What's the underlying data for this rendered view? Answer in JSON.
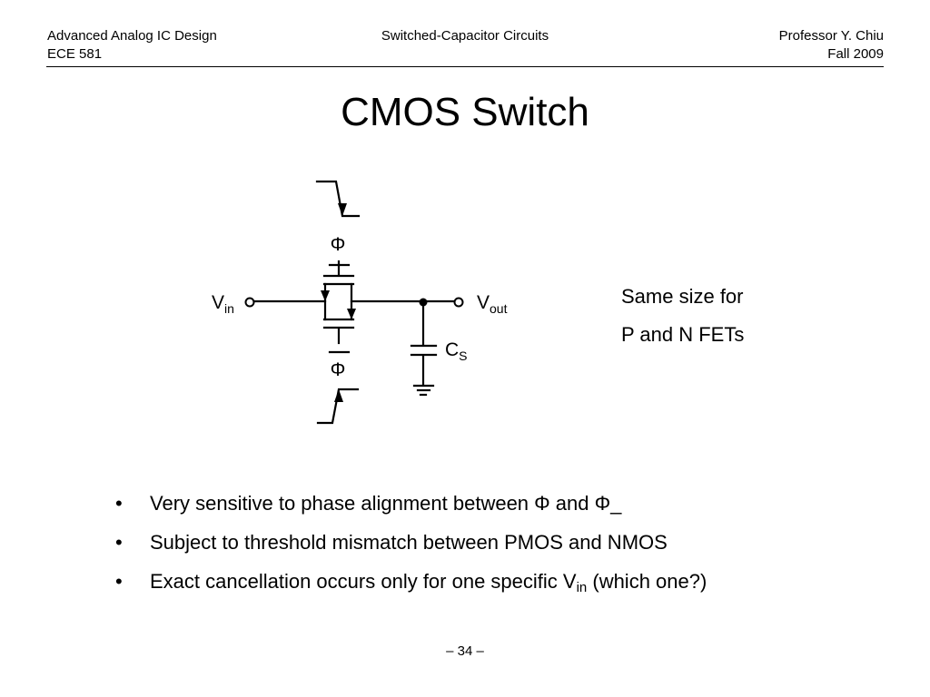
{
  "header": {
    "course_title": "Advanced Analog IC Design",
    "course_number": "ECE 581",
    "topic": "Switched-Capacitor Circuits",
    "instructor": "Professor Y. Chiu",
    "term": "Fall 2009"
  },
  "slide": {
    "title": "CMOS Switch",
    "page_number": "– 34 –"
  },
  "circuit": {
    "phi_top": "Φ",
    "phi_bottom": "Φ",
    "vin_main": "V",
    "vin_sub": "in",
    "vout_main": "V",
    "vout_sub": "out",
    "cs_main": "C",
    "cs_sub": "S"
  },
  "note": {
    "line1": "Same size for",
    "line2": "P and N FETs"
  },
  "bullets": [
    {
      "text": "Very sensitive to phase alignment between Φ and Φ_"
    },
    {
      "text": "Subject to threshold mismatch between PMOS and NMOS"
    },
    {
      "text": "Exact cancellation occurs only for one specific V",
      "sub": "in",
      "tail": " (which one?)"
    }
  ],
  "bullet_symbol": "•",
  "colors": {
    "text": "#000000",
    "background": "#ffffff"
  }
}
